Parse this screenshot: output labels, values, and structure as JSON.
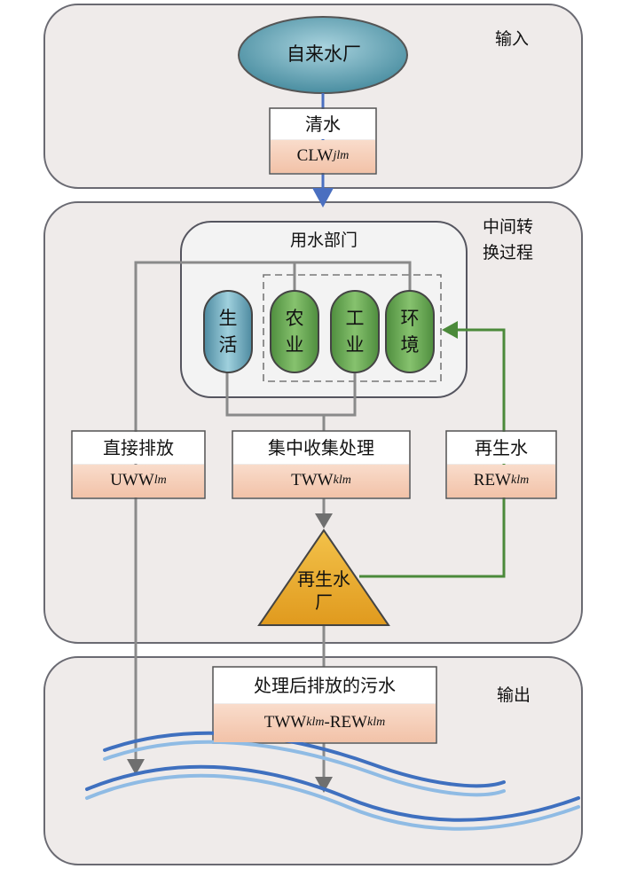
{
  "panels": {
    "input": "输入",
    "middle": "中间转换过程",
    "output": "输出"
  },
  "source": "自来水厂",
  "clean_water": {
    "title": "清水",
    "code": "CLW",
    "sub": "jlm"
  },
  "sectors": {
    "title": "用水部门",
    "domestic": "生活",
    "agriculture": "农业",
    "industry": "工业",
    "environment": "环境"
  },
  "direct_discharge": {
    "title": "直接排放",
    "code": "UWW",
    "sub": "lm"
  },
  "central_treatment": {
    "title": "集中收集处理",
    "code": "TWW",
    "sub": "klm"
  },
  "reclaimed_water": {
    "title": "再生水",
    "code": "REW",
    "sub": "klm"
  },
  "reclaim_plant": "再生水厂",
  "treated_discharge": {
    "title": "处理后排放的污水",
    "code1": "TWW",
    "sub1": "klm",
    "sep": "-",
    "code2": "REW",
    "sub2": "klm"
  },
  "colors": {
    "panel_fill": "#efebea",
    "panel_stroke": "#6a6a72",
    "source_fill": "#5c9fb0",
    "sector_green": "#6fa958",
    "domestic_blue": "#6ea9bd",
    "plant_orange": "#eaa82a",
    "blue_line": "#4a6fc0",
    "green_line": "#4b8a3a",
    "gray_line": "#888888"
  }
}
